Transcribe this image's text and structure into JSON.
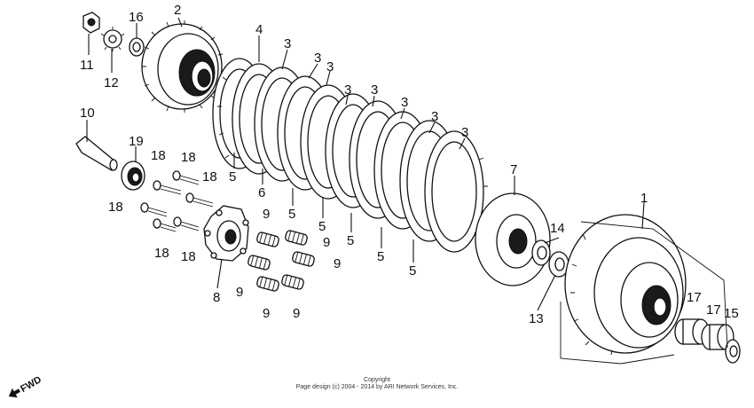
{
  "diagram": {
    "callouts": {
      "n1": "1",
      "n2": "2",
      "n3": "3",
      "n4": "4",
      "n5": "5",
      "n6": "6",
      "n7": "7",
      "n8": "8",
      "n9": "9",
      "n10": "10",
      "n11": "11",
      "n12": "12",
      "n13": "13",
      "n14": "14",
      "n15": "15",
      "n16": "16",
      "n17": "17",
      "n18": "18",
      "n19": "19"
    },
    "direction_marker": "FWD",
    "copyright_line1": "Copyright",
    "copyright_line2": "Page design (c) 2004 - 2014 by ARI Network Services, Inc."
  }
}
